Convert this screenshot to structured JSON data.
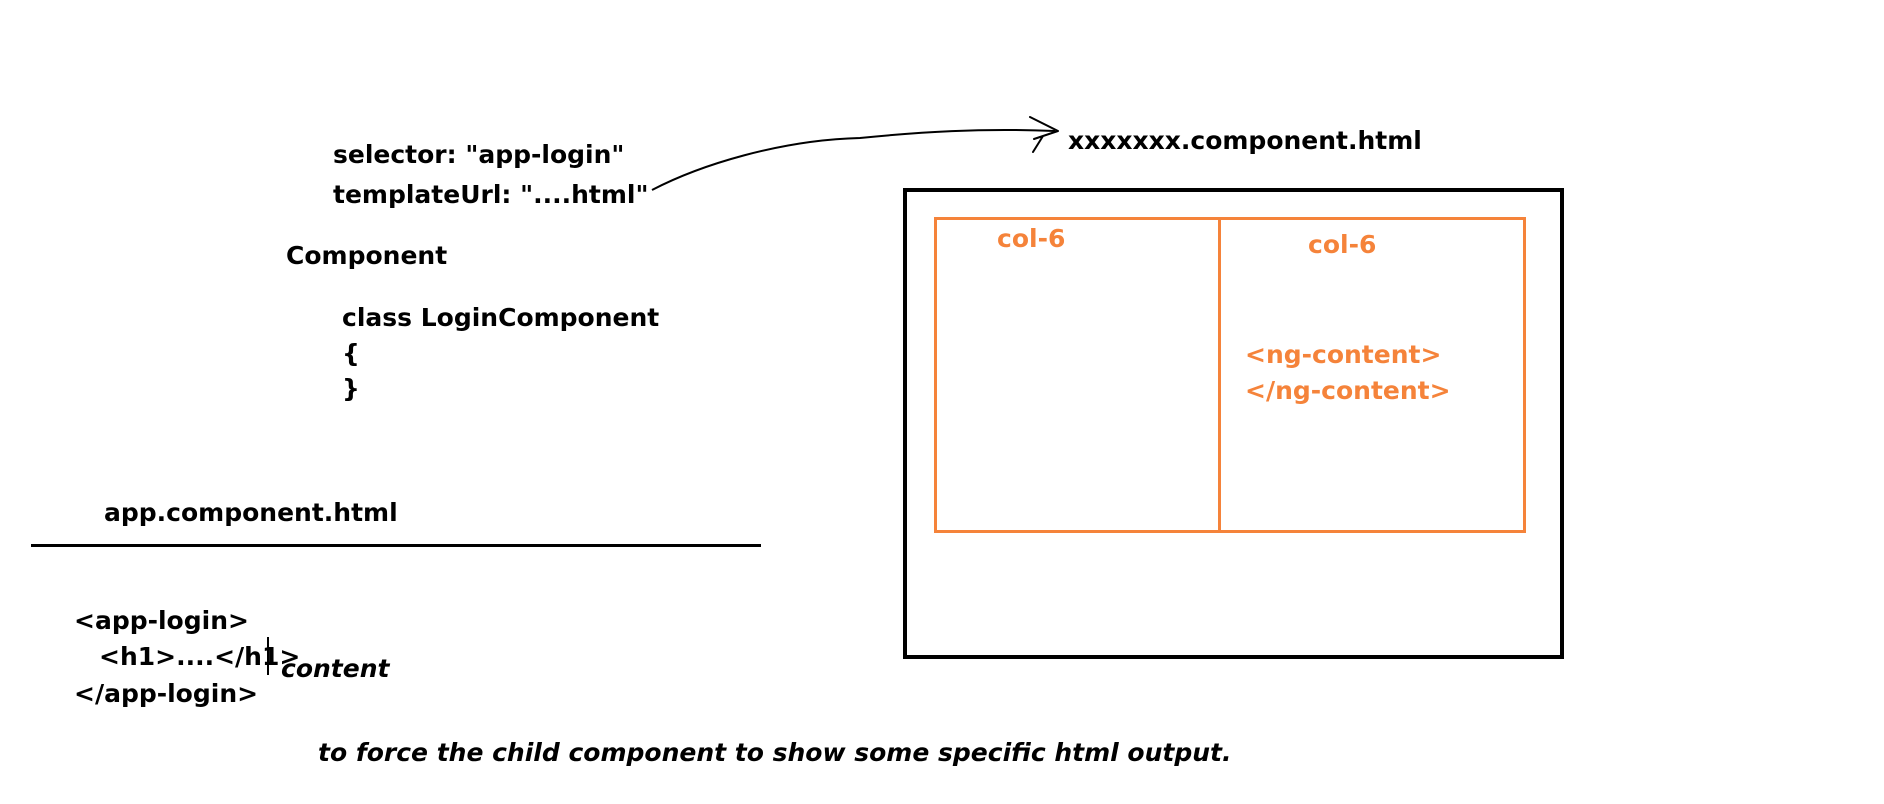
{
  "component_config": {
    "selector_line": "selector: \"app-login\"",
    "template_url_line": "templateUrl: \"....html\""
  },
  "component_heading": "Component",
  "class_block": {
    "declaration": "class LoginComponent",
    "open_brace": "{",
    "close_brace": "}"
  },
  "template_file_label": "xxxxxxx.component.html",
  "template_layout": {
    "left_column_label": "col-6",
    "right_column_label": "col-6",
    "ng_content_open": "<ng-content>",
    "ng_content_close": "</ng-content>"
  },
  "app_file_label": "app.component.html",
  "app_markup": {
    "open_tag": "<app-login>",
    "inner_tag": "<h1>....</h1>",
    "close_tag": "</app-login>",
    "content_label": "content"
  },
  "note": "to force the child component to show some specific html output.",
  "colors": {
    "ink": "#000000",
    "accent": "#f5833a",
    "background": "#ffffff"
  }
}
